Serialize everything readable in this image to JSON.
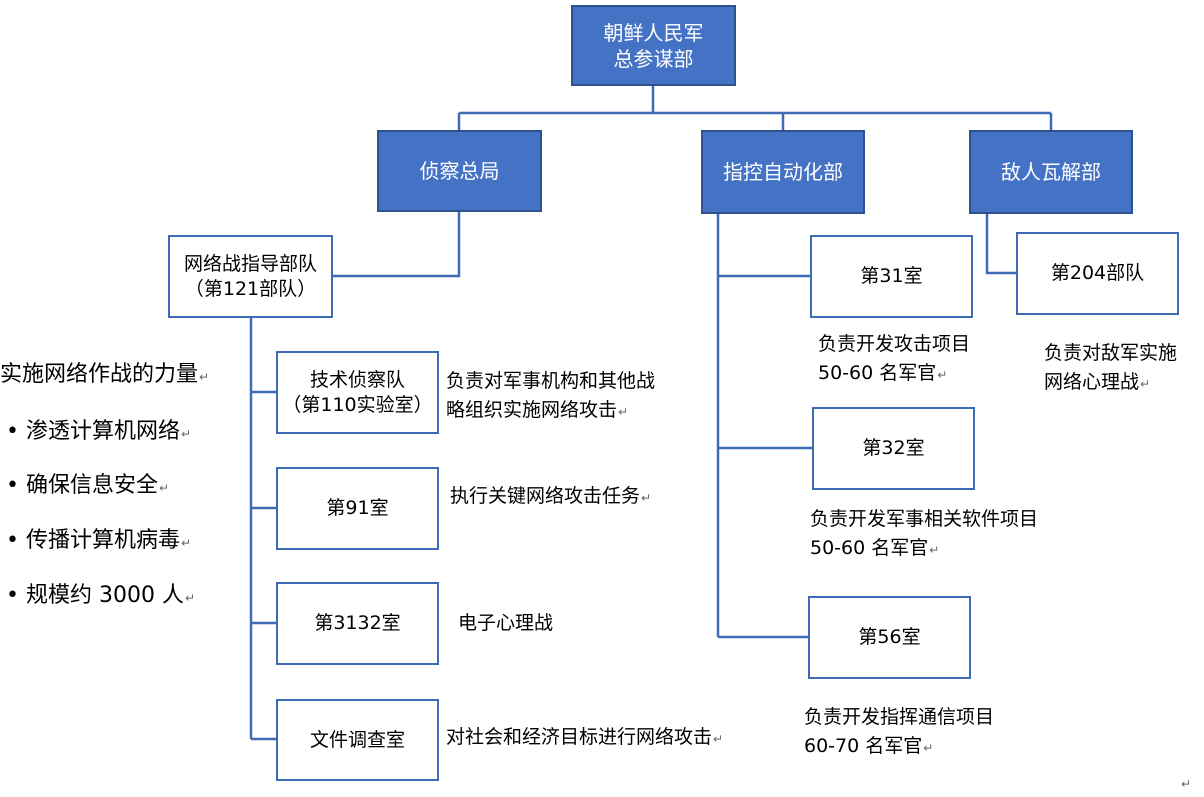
{
  "root": {
    "line1": "朝鲜人民军",
    "line2": "总参谋部"
  },
  "departments": {
    "recon": "侦察总局",
    "command": "指控自动化部",
    "enemy": "敌人瓦解部"
  },
  "unit121": {
    "line1": "网络战指导部队",
    "line2": "（第121部队）"
  },
  "recon_subs": {
    "tech": {
      "line1": "技术侦察队",
      "line2": "（第110实验室）",
      "desc1": "负责对军事机构和其他战",
      "desc2": "略组织实施网络攻击"
    },
    "r91": {
      "label": "第91室",
      "desc": "执行关键网络攻击任务"
    },
    "r3132": {
      "label": "第3132室",
      "desc": "电子心理战"
    },
    "docs": {
      "label": "文件调查室",
      "desc": "对社会和经济目标进行网络攻击"
    }
  },
  "command_subs": {
    "r31": {
      "label": "第31室",
      "desc1": "负责开发攻击项目",
      "desc2": "50-60 名军官"
    },
    "r32": {
      "label": "第32室",
      "desc1": "负责开发军事相关软件项目",
      "desc2": "50-60 名军官"
    },
    "r56": {
      "label": "第56室",
      "desc1": "负责开发指挥通信项目",
      "desc2": "60-70 名军官"
    }
  },
  "enemy_subs": {
    "u204": {
      "label": "第204部队",
      "desc1": "负责对敌军实施",
      "desc2": "网络心理战"
    }
  },
  "force_list": {
    "heading": "实施网络作战的力量",
    "items": [
      "渗透计算机网络",
      "确保信息安全",
      "传播计算机病毒",
      "规模约 3000 人"
    ]
  },
  "colors": {
    "box_fill": "#4472c4",
    "box_border": "#2f528f",
    "line": "#3e6bb5"
  },
  "paragraph_mark": "↵",
  "bullet_char": "•"
}
